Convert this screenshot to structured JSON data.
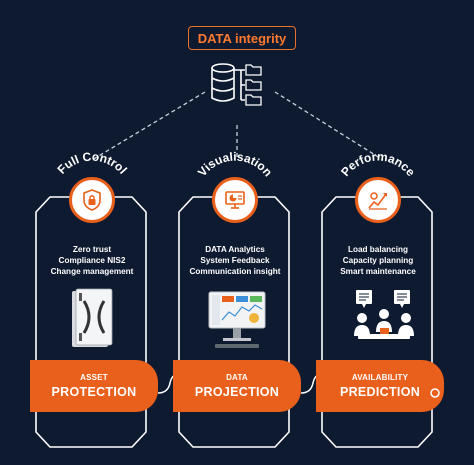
{
  "header": {
    "title": "DATA integrity"
  },
  "pillars": [
    {
      "arc_label": "Full Control",
      "lines": [
        "Zero trust",
        "Compliance NIS2",
        "Change management"
      ],
      "banner_sub": "ASSET",
      "banner_main": "PROTECTION"
    },
    {
      "arc_label": "Visualisation",
      "lines": [
        "DATA Analytics",
        "System Feedback",
        "Communication insight"
      ],
      "banner_sub": "DATA",
      "banner_main": "PROJECTION"
    },
    {
      "arc_label": "Performance",
      "lines": [
        "Load balancing",
        "Capacity planning",
        "Smart maintenance"
      ],
      "banner_sub": "AVAILABILITY",
      "banner_main": "PREDICTION"
    }
  ],
  "colors": {
    "accent": "#e8601c",
    "background": "#0e1a30",
    "text": "#ffffff"
  },
  "icons": [
    "database-icon",
    "folder-icon",
    "lock-shield-icon",
    "chart-monitor-icon",
    "gear-chart-icon",
    "server-device-image",
    "dashboard-monitor-image",
    "meeting-people-image"
  ]
}
